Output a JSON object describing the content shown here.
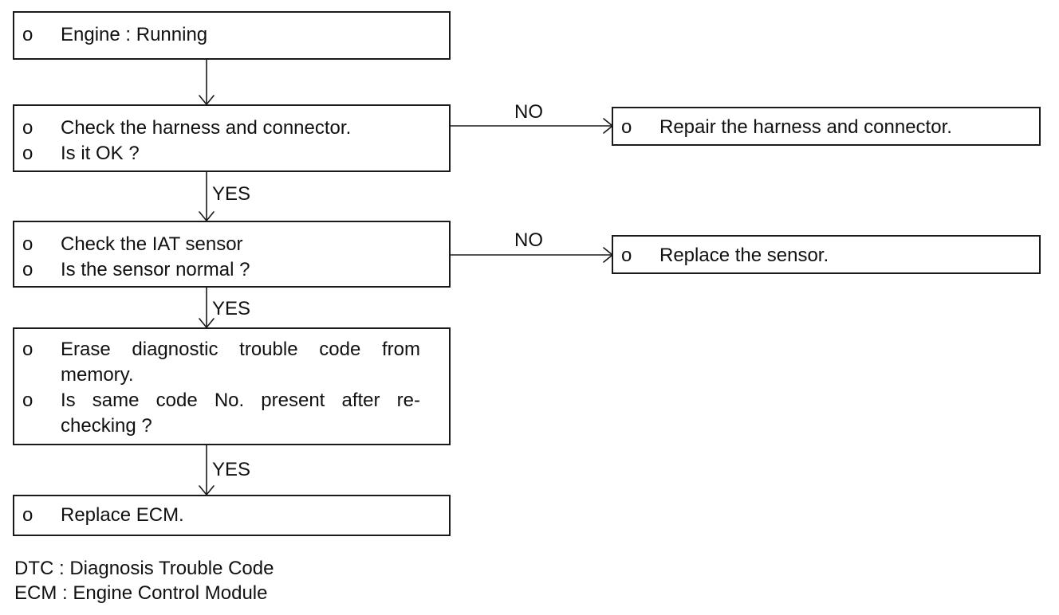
{
  "boxes": {
    "engine": {
      "lines": [
        {
          "bullet": "o",
          "text": "Engine : Running"
        }
      ]
    },
    "check_harness": {
      "lines": [
        {
          "bullet": "o",
          "text": "Check the harness and connector."
        },
        {
          "bullet": "o",
          "text": "Is it OK ?"
        }
      ]
    },
    "repair_harness": {
      "lines": [
        {
          "bullet": "o",
          "text": "Repair the harness and connector."
        }
      ]
    },
    "check_iat": {
      "lines": [
        {
          "bullet": "o",
          "text": "Check the IAT sensor"
        },
        {
          "bullet": "o",
          "text": "Is the sensor normal ?"
        }
      ]
    },
    "replace_sensor": {
      "lines": [
        {
          "bullet": "o",
          "text": "Replace the sensor."
        }
      ]
    },
    "erase_dtc": {
      "lines": [
        {
          "bullet": "o",
          "text": "Erase diagnostic trouble code from"
        },
        {
          "bullet": "",
          "text": "memory."
        },
        {
          "bullet": "o",
          "text": "Is same code No. present after re-"
        },
        {
          "bullet": "",
          "text": "checking ?"
        }
      ]
    },
    "replace_ecm": {
      "lines": [
        {
          "bullet": "o",
          "text": "Replace ECM."
        }
      ]
    }
  },
  "labels": {
    "no_1": "NO",
    "no_2": "NO",
    "yes_1": "YES",
    "yes_2": "YES",
    "yes_3": "YES"
  },
  "legend": [
    "DTC : Diagnosis Trouble Code",
    "ECM : Engine Control Module"
  ]
}
